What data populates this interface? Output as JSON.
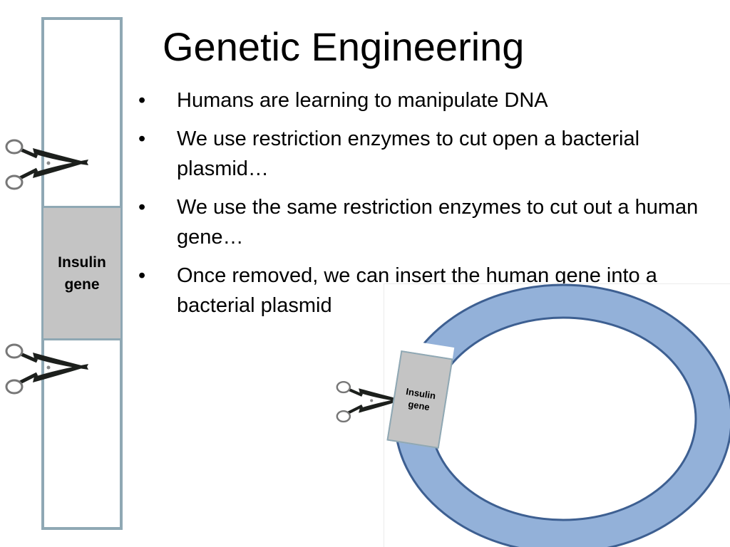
{
  "slide": {
    "title": "Genetic Engineering",
    "bullet_char": "•",
    "bullets": [
      "Humans are learning to manipulate DNA",
      "We use restriction enzymes to cut open a bacterial plasmid…",
      "We use the same restriction enzymes to cut out a human gene…",
      "Once removed, we can insert the human gene into a bacterial plasmid"
    ]
  },
  "diagram": {
    "gene_label_line1": "Insulin",
    "gene_label_line2": "gene",
    "plasmid_gene_label_line1": "Insulin",
    "plasmid_gene_label_line2": "gene",
    "colors": {
      "plasmid_fill": "#93b1d9",
      "plasmid_stroke": "#3d5f91",
      "strand_border": "#8fa8b4",
      "gene_fill": "#c4c4c4",
      "scissors": "#1c1f1c"
    },
    "icons": [
      "scissors-icon",
      "scissors-icon",
      "scissors-icon"
    ]
  }
}
